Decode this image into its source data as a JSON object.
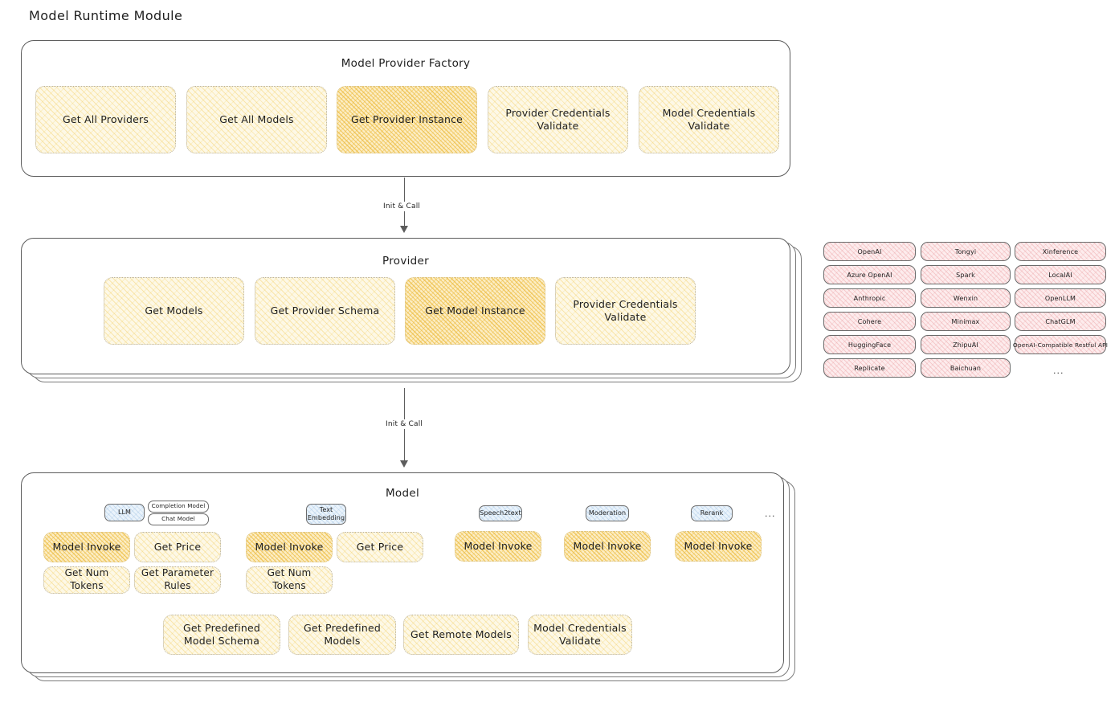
{
  "page": {
    "title": "Model Runtime Module"
  },
  "factory": {
    "title": "Model Provider Factory",
    "methods": [
      {
        "label": "Get All Providers",
        "highlighted": false
      },
      {
        "label": "Get All Models",
        "highlighted": false
      },
      {
        "label": "Get Provider Instance",
        "highlighted": true
      },
      {
        "label": "Provider Credentials Validate",
        "highlighted": false
      },
      {
        "label": "Model Credentials Validate",
        "highlighted": false
      }
    ]
  },
  "arrows": [
    {
      "label": "Init & Call"
    },
    {
      "label": "Init & Call"
    }
  ],
  "provider": {
    "title": "Provider",
    "methods": [
      {
        "label": "Get Models",
        "highlighted": false
      },
      {
        "label": "Get Provider Schema",
        "highlighted": false
      },
      {
        "label": "Get Model Instance",
        "highlighted": true
      },
      {
        "label": "Provider Credentials Validate",
        "highlighted": false
      }
    ]
  },
  "provider_list": {
    "columns": [
      {
        "items": [
          "OpenAI",
          "Azure OpenAI",
          "Anthropic",
          "Cohere",
          "HuggingFace",
          "Replicate"
        ]
      },
      {
        "items": [
          "Tongyi",
          "Spark",
          "Wenxin",
          "Minimax",
          "ZhipuAI",
          "Baichuan"
        ]
      },
      {
        "items": [
          "Xinference",
          "LocalAI",
          "OpenLLM",
          "ChatGLM",
          "OpenAI-Compatible Restful API"
        ]
      }
    ],
    "more": "..."
  },
  "model": {
    "title": "Model",
    "more": "...",
    "types": [
      {
        "name": "LLM",
        "sub_badges": [
          "Completion Model",
          "Chat Model"
        ],
        "methods": [
          {
            "label": "Model Invoke",
            "highlighted": true
          },
          {
            "label": "Get Price",
            "highlighted": false
          },
          {
            "label": "Get Num Tokens",
            "highlighted": false
          },
          {
            "label": "Get Parameter Rules",
            "highlighted": false
          }
        ]
      },
      {
        "name": "Text Embedding",
        "sub_badges": [],
        "methods": [
          {
            "label": "Model Invoke",
            "highlighted": true
          },
          {
            "label": "Get Price",
            "highlighted": false
          },
          {
            "label": "Get Num Tokens",
            "highlighted": false
          }
        ]
      },
      {
        "name": "Speech2text",
        "sub_badges": [],
        "methods": [
          {
            "label": "Model Invoke",
            "highlighted": true
          }
        ]
      },
      {
        "name": "Moderation",
        "sub_badges": [],
        "methods": [
          {
            "label": "Model Invoke",
            "highlighted": true
          }
        ]
      },
      {
        "name": "Rerank",
        "sub_badges": [],
        "methods": [
          {
            "label": "Model Invoke",
            "highlighted": true
          }
        ]
      }
    ],
    "shared_methods": [
      {
        "label": "Get Predefined Model Schema"
      },
      {
        "label": "Get Predefined Models"
      },
      {
        "label": "Get Remote Models"
      },
      {
        "label": "Model Credentials Validate"
      }
    ]
  },
  "colors": {
    "box_fill": "#fdf8e6",
    "box_fill_highlight": "#fcedc4",
    "pill_fill": "#fdeced",
    "badge_fill": "#eaf3fb",
    "stroke": "#5c5c5c",
    "text": "#1e1e1e"
  }
}
